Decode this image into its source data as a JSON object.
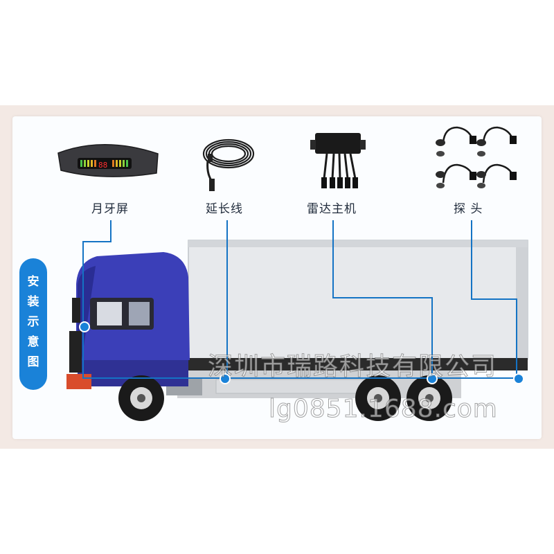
{
  "components": [
    {
      "label": "月牙屏",
      "icon": "display-icon"
    },
    {
      "label": "延长线",
      "icon": "cable-icon"
    },
    {
      "label": "雷达主机",
      "icon": "control-box-icon"
    },
    {
      "label": "探 头",
      "icon": "sensor-icon"
    }
  ],
  "side_title": "安装示意图",
  "watermark": {
    "company": "深圳市瑞路科技有限公司",
    "site": "lg0851.1688.com"
  },
  "display_readout": "88",
  "colors": {
    "accent": "#1a82d8",
    "connector_line": "#1473c4",
    "cab": "#3b3fb8",
    "cargo_box": "#e6e8ea"
  }
}
